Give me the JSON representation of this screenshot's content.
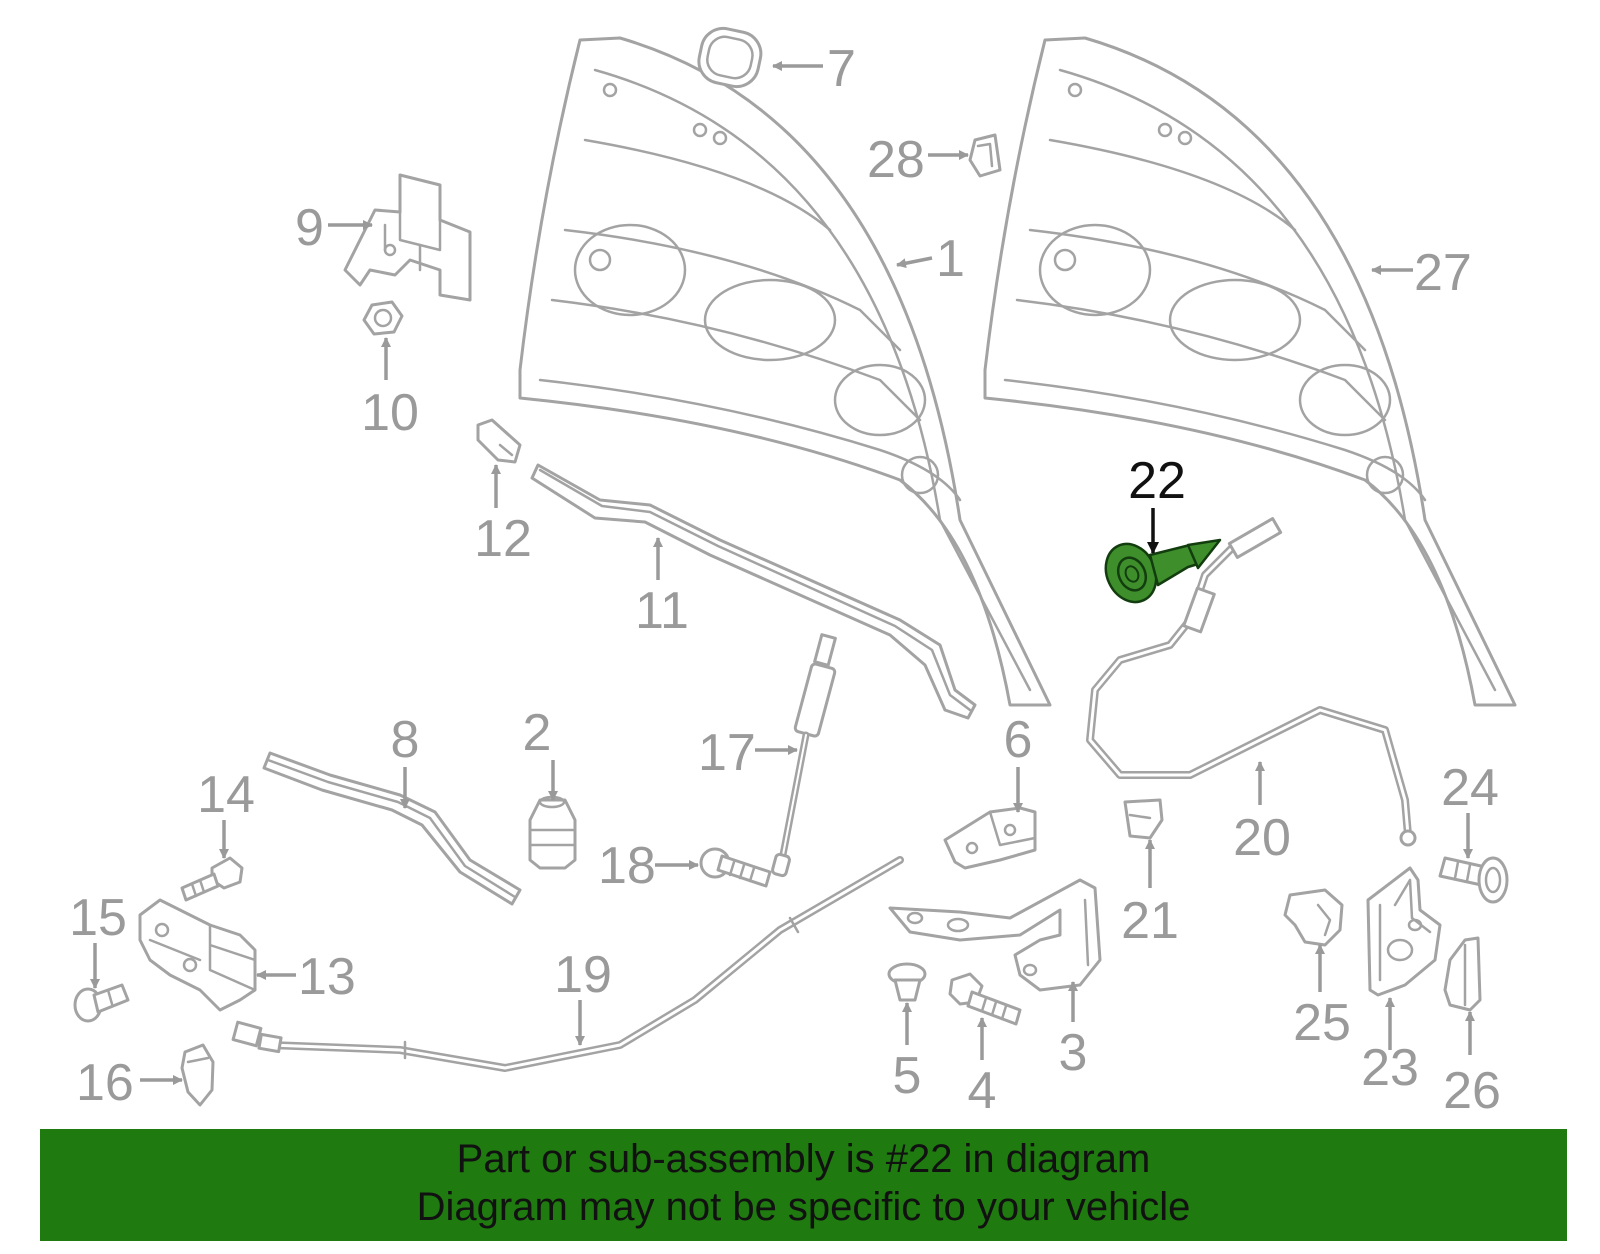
{
  "diagram": {
    "highlighted_part": "22",
    "callouts": [
      "1",
      "2",
      "3",
      "4",
      "5",
      "6",
      "7",
      "8",
      "9",
      "10",
      "11",
      "12",
      "13",
      "14",
      "15",
      "16",
      "17",
      "18",
      "19",
      "20",
      "21",
      "22",
      "23",
      "24",
      "25",
      "26",
      "27",
      "28"
    ]
  },
  "banner": {
    "line1": "Part or sub-assembly is #22 in diagram",
    "line2": "Diagram may not be specific to your vehicle",
    "background_color": "#1f7a0f"
  },
  "colors": {
    "line_art": "#a3a3a3",
    "highlight_part": "#3f8e2c"
  }
}
